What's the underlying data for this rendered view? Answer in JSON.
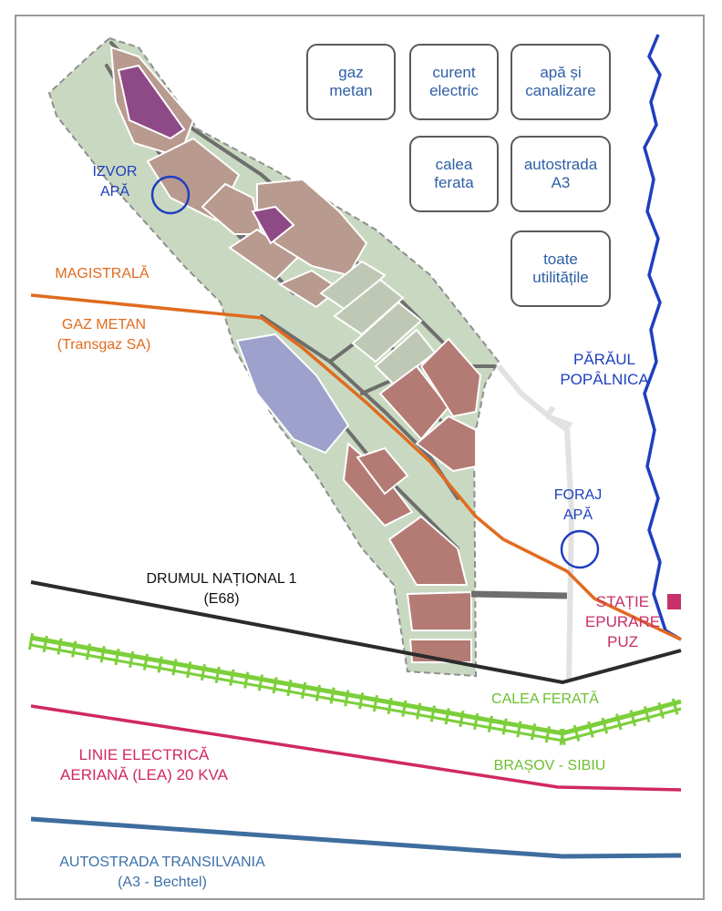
{
  "utilities": [
    {
      "id": "gaz-metan",
      "label": "gaz\nmetan"
    },
    {
      "id": "curent-electric",
      "label": "curent\nelectric"
    },
    {
      "id": "apa-canalizare",
      "label": "apă și\ncanalizare"
    },
    {
      "id": "calea-ferata",
      "label": "calea\nferata"
    },
    {
      "id": "autostrada-a3",
      "label": "autostrada\nA3"
    },
    {
      "id": "toate-utilitatile",
      "label": "toate\nutilitățile"
    }
  ],
  "labels": {
    "izvor_apa": "IZVOR\nAPĂ",
    "magistrala": "MAGISTRALĂ",
    "gaz_metan": "GAZ METAN\n(Transgaz SA)",
    "paraul": "PĂRĂUL\nPOPÂLNICA",
    "foraj_apa": "FORAJ\nAPĂ",
    "drumul": "DRUMUL NAȚIONAL 1\n(E68)",
    "statie": "STAȚIE\nEPURARE\nPUZ",
    "calea_ferata": "CALEA FERATĂ",
    "brasov_sibiu": "BRAȘOV - SIBIU",
    "linie": "LINIE ELECTRICĂ\nAERIANĂ (LEA) 20 KVA",
    "autostrada": "AUTOSTRADA TRANSILVANIA\n(A3 - Bechtel)"
  },
  "colors": {
    "water": "#1f3fbf",
    "gas": "#e06b1f",
    "road": "#2b2b2b",
    "rail": "#7ccf3a",
    "rail_text": "#6cbf2e",
    "power": "#d0295f",
    "highway": "#3e6d9e",
    "highway_text": "#3c6fa8",
    "station": "#c8306a",
    "site_green": "#c9d9c1",
    "parcel_brown": "#b89a8e",
    "parcel_red": "#b47a74",
    "parcel_purple": "#8e4a86",
    "parcel_blue": "#9ea1cc",
    "utility_text": "#2e5fa6"
  }
}
